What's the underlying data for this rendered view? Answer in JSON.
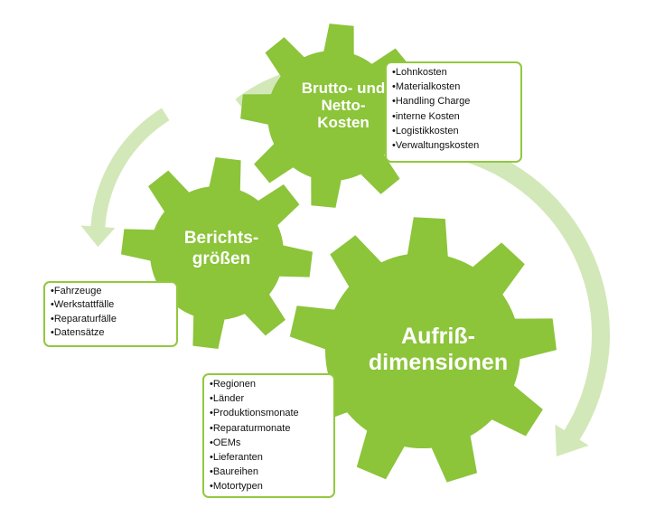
{
  "colors": {
    "gear": "#8cc43a",
    "arrow": "#d3e8b9",
    "border": "#92c83e",
    "text_on_gear": "#ffffff"
  },
  "gears": {
    "costs": {
      "title_lines": [
        "Brutto- und",
        "Netto-",
        "Kosten"
      ]
    },
    "metrics": {
      "title_lines": [
        "Berichts-",
        "größen"
      ]
    },
    "dimensions": {
      "title_lines": [
        "Aufriß-",
        "dimensionen"
      ]
    }
  },
  "boxes": {
    "costs": [
      "Lohnkosten",
      "Materialkosten",
      "Handling Charge",
      "interne Kosten",
      "Logistikkosten",
      "Verwaltungskosten"
    ],
    "metrics": [
      "Fahrzeuge",
      "Werkstattfälle",
      "Reparaturfälle",
      "Datensätze"
    ],
    "dimensions": [
      "Regionen",
      "Länder",
      "Produktionsmonate",
      "Reparaturmonate",
      "OEMs",
      "Lieferanten",
      "Baureihen",
      "Motortypen"
    ]
  }
}
